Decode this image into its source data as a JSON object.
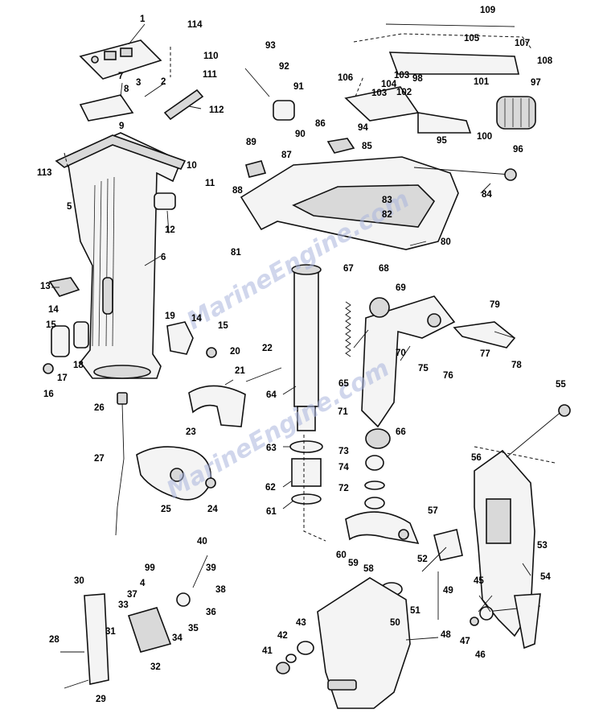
{
  "diagram": {
    "watermark": "MarineEngine.com",
    "callouts": [
      "1",
      "2",
      "3",
      "4",
      "5",
      "6",
      "7",
      "8",
      "9",
      "10",
      "11",
      "12",
      "13",
      "14",
      "15",
      "16",
      "17",
      "18",
      "19",
      "20",
      "21",
      "22",
      "23",
      "24",
      "25",
      "26",
      "27",
      "28",
      "29",
      "30",
      "31",
      "32",
      "33",
      "34",
      "35",
      "36",
      "37",
      "38",
      "39",
      "40",
      "41",
      "42",
      "43",
      "45",
      "46",
      "47",
      "48",
      "49",
      "50",
      "51",
      "52",
      "53",
      "54",
      "55",
      "56",
      "57",
      "58",
      "59",
      "60",
      "61",
      "62",
      "63",
      "64",
      "65",
      "66",
      "67",
      "68",
      "69",
      "70",
      "71",
      "72",
      "73",
      "74",
      "75",
      "76",
      "77",
      "78",
      "79",
      "80",
      "81",
      "82",
      "83",
      "84",
      "85",
      "86",
      "87",
      "88",
      "89",
      "90",
      "91",
      "92",
      "93",
      "94",
      "95",
      "96",
      "97",
      "98",
      "99",
      "100",
      "101",
      "102",
      "103",
      "104",
      "105",
      "106",
      "107",
      "108",
      "109",
      "110",
      "111",
      "112",
      "113",
      "114"
    ]
  }
}
